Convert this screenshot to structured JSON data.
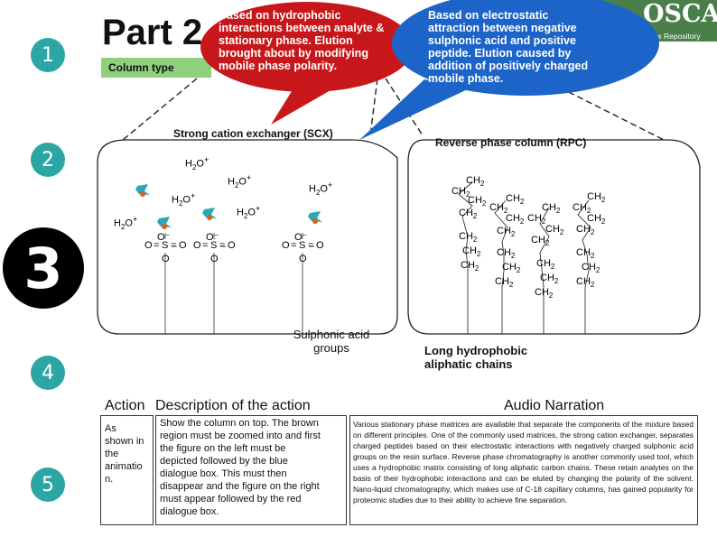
{
  "title": "Part 2",
  "column_type_label": "Column type",
  "logo": {
    "text": "OSCAR",
    "subtitle": "ations Repository"
  },
  "bubbles": {
    "red": [
      "Based on hydrophobic",
      "interactions between analyte &",
      "stationary phase. Elution",
      "brought about by modifying",
      "mobile phase polarity."
    ],
    "blue": [
      "Based on electrostatic",
      "attraction between negative",
      "sulphonic acid and positive",
      "peptide. Elution caused by",
      "addition of positively charged",
      "mobile phase."
    ]
  },
  "steps": [
    "1",
    "2",
    "3",
    "4",
    "5"
  ],
  "diagram": {
    "scx_label": "Strong cation exchanger (SCX)",
    "rpc_label": "Reverse phase column (RPC)",
    "sulphonic_label": [
      "Sulphonic acid",
      "groups"
    ],
    "aliphatic_label": [
      "Long hydrophobic",
      "aliphatic chains"
    ],
    "water_ion": {
      "base": "H",
      "sub": "2",
      "end": "O",
      "sup": "+"
    },
    "ch2": {
      "base": "CH",
      "sub": "2"
    },
    "o_minus": "O⁻",
    "o_double": "O",
    "sulfur": "S",
    "equals": "=",
    "peptide_color": "#2aa8b8",
    "peptide_charge_color": "#d8601a"
  },
  "table": {
    "headers": {
      "action": "Action",
      "description": "Description of the action",
      "audio": "Audio Narration"
    },
    "action_lines": [
      "As",
      "shown in",
      "the",
      "animatio",
      "n."
    ],
    "description_lines": [
      "Show the column on top. The brown",
      "region must be zoomed into and first",
      "the figure on the left must be",
      "depicted followed by the blue",
      "dialogue box. This must then",
      "disappear and the figure on the right",
      "must appear followed by the red",
      "dialogue box."
    ],
    "narration": "Various stationary phase matrices are available that separate the components of the mixture based on different principles. One of the commonly used matrices, the strong cation exchanger, separates charged peptides based on their electrostatic interactions with negatively charged sulphonic acid groups on the resin surface. Reverse phase chromatography is another commonly used tool, which uses a hydrophobic matrix consisting of long aliphatic carbon chains. These retain analytes on the basis of their hydrophobic interactions and can be eluted by changing the polarity of the solvent. Nano-liquid chromatography, which makes use of C-18 capillary columns, has gained popularity for proteomic studies due to their ability to achieve fine separation."
  },
  "colors": {
    "step_teal": "#2ca6a4",
    "red_bubble": "#c8171a",
    "blue_bubble": "#1d64c8",
    "column_type_bg": "#8fd07c",
    "logo_green": "#4a7f4a"
  }
}
